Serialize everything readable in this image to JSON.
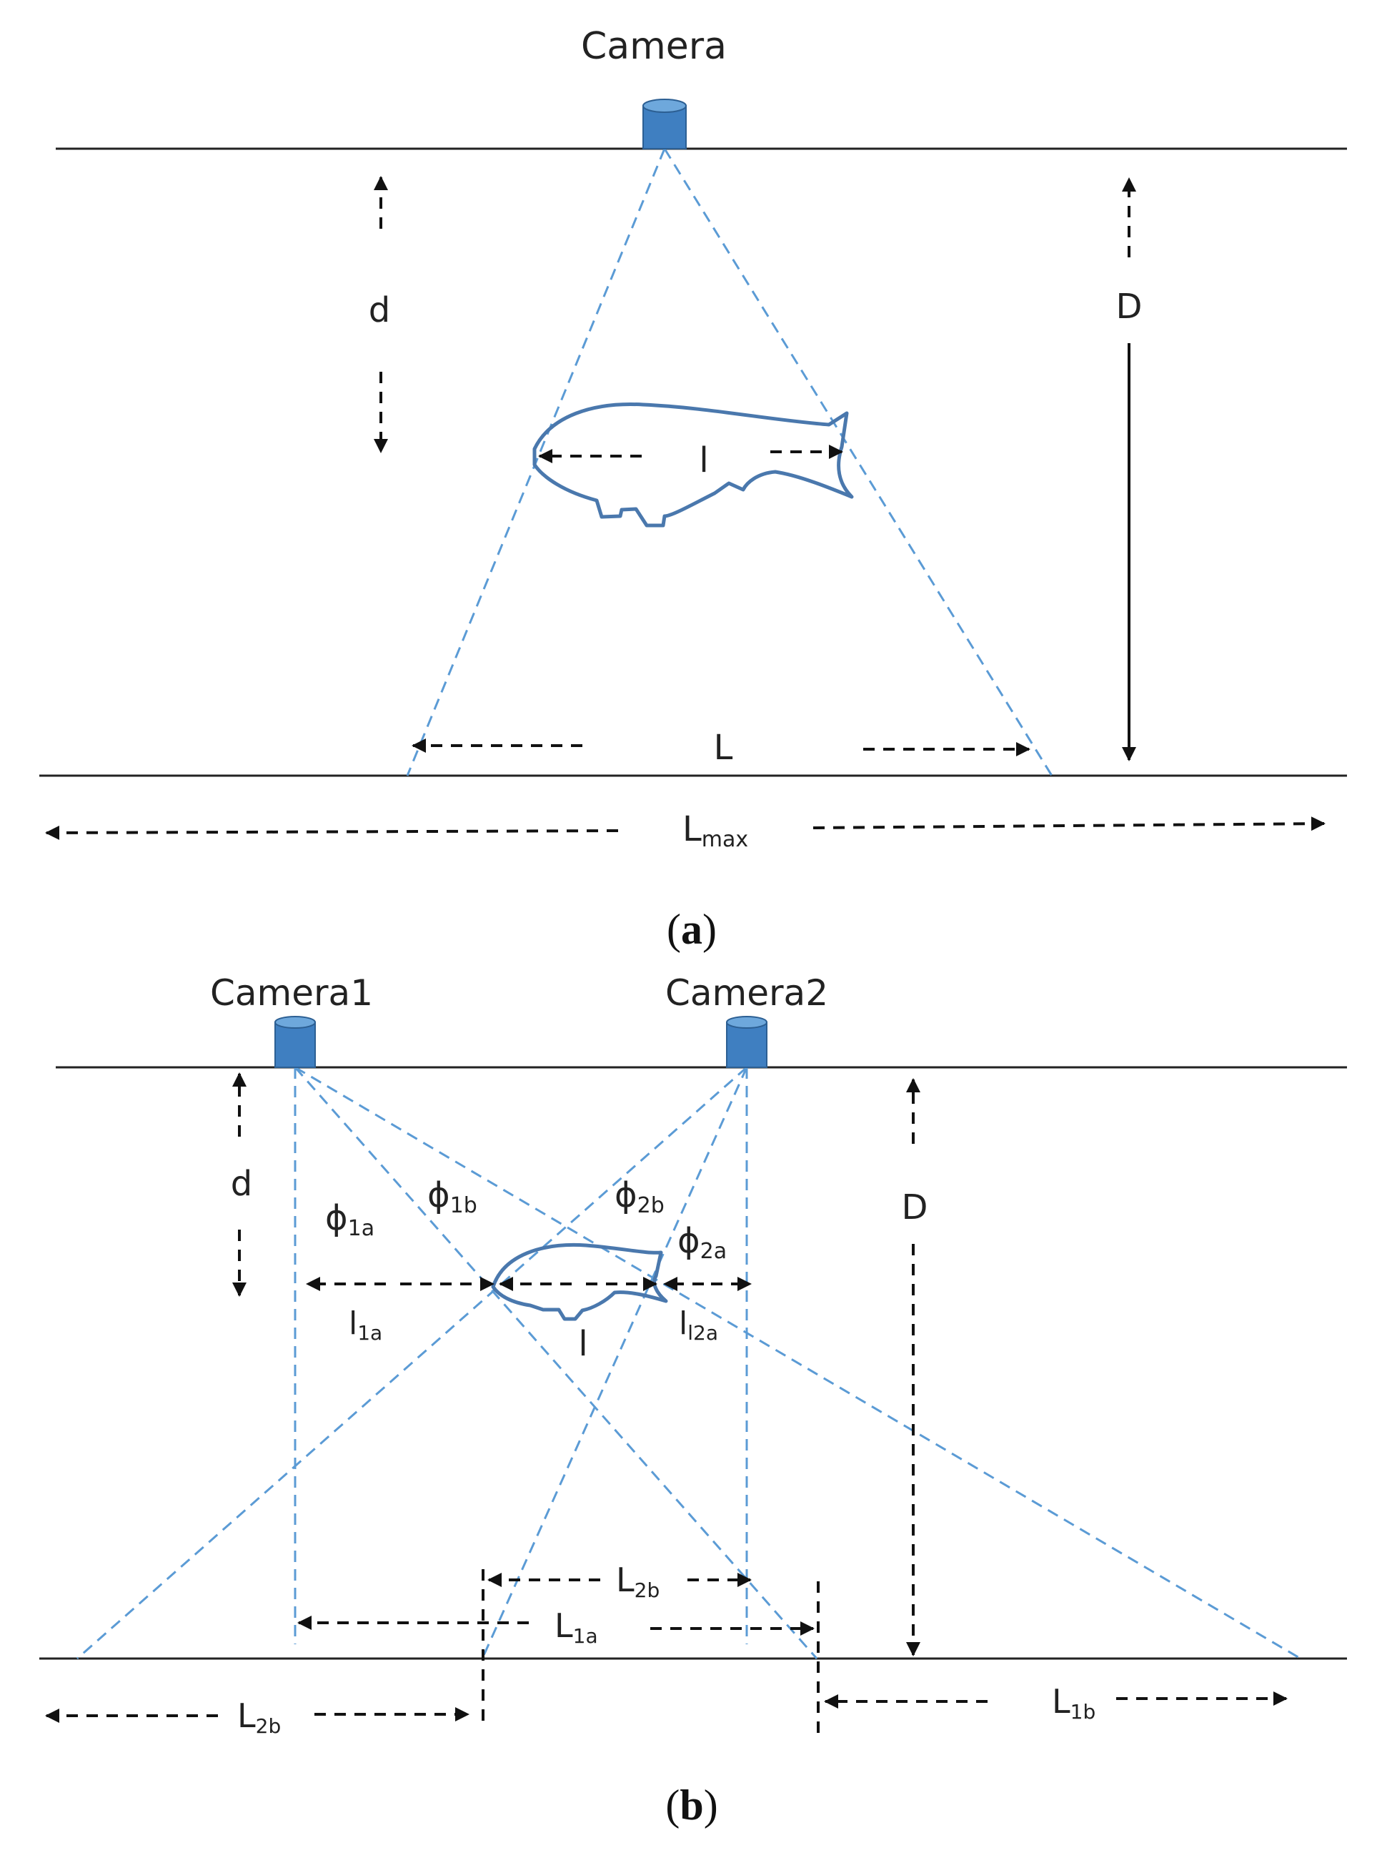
{
  "colors": {
    "ray": "#5b9bd5",
    "camera_body": "#3f7fc1",
    "camera_top": "#6ea8dc",
    "fish_outline": "#4a78ad",
    "line": "#222222",
    "arrow": "#111111"
  },
  "icons": {
    "camera": "camera-icon",
    "fish": "fish-outline-icon"
  },
  "panel_a": {
    "camera_label": "Camera",
    "d_label": "d",
    "D_label": "D",
    "fish_length_label": "l",
    "view_width_label": "L",
    "max_width_label": "L",
    "max_width_sub": "max",
    "caption_open": "(",
    "caption_letter": "a",
    "caption_close": ")"
  },
  "panel_b": {
    "camera1_label": "Camera1",
    "camera2_label": "Camera2",
    "d_label": "d",
    "D_label": "D",
    "phi_1a": {
      "base": "ϕ",
      "sub": "1a"
    },
    "phi_1b": {
      "base": "ϕ",
      "sub": "1b"
    },
    "phi_2b": {
      "base": "ϕ",
      "sub": "2b"
    },
    "phi_2a": {
      "base": "ϕ",
      "sub": "2a"
    },
    "l_1a": {
      "base": "l",
      "sub": "1a"
    },
    "fish_length_label": "l",
    "l_2a": {
      "base": "l",
      "sub": "l2a"
    },
    "L_2b_upper": {
      "base": "L",
      "sub": "2b"
    },
    "L_1a": {
      "base": "L",
      "sub": "1a"
    },
    "L_2b_lower": {
      "base": "L",
      "sub": "2b"
    },
    "L_1b": {
      "base": "L",
      "sub": "1b"
    },
    "caption_open": "(",
    "caption_letter": "b",
    "caption_close": ")"
  }
}
